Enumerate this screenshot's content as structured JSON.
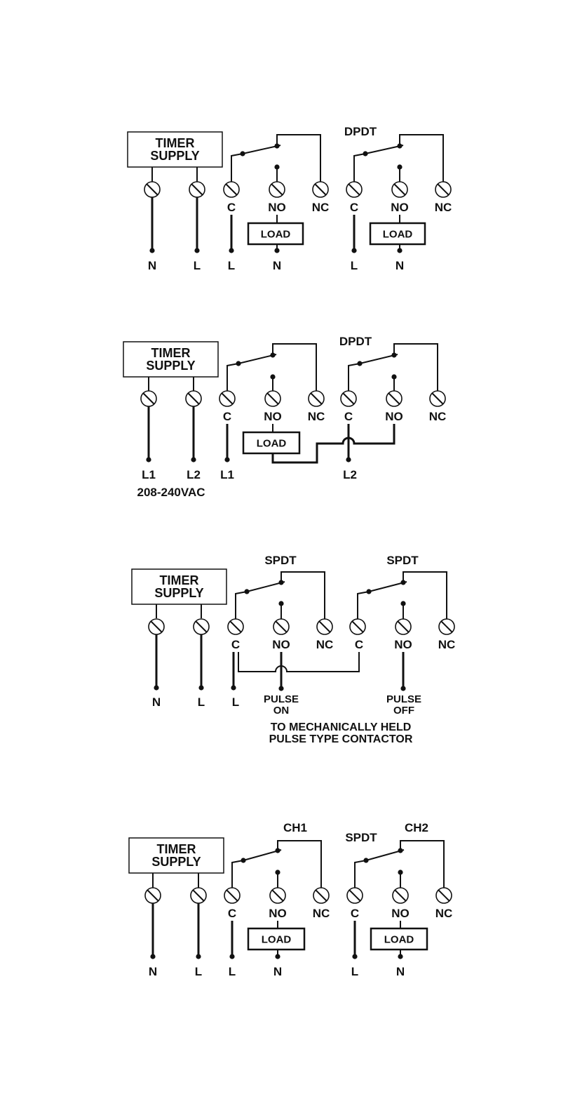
{
  "diagrams": [
    {
      "id": "d1",
      "supply_label": [
        "TIMER",
        "SUPPLY"
      ],
      "switch_labels": [
        {
          "text": "DPDT"
        }
      ],
      "terminal_labels": [
        "C",
        "NO",
        "NC",
        "C",
        "NO",
        "NC"
      ],
      "load_label": "LOAD",
      "bottom_labels": [
        "N",
        "L",
        "L",
        "N",
        "L",
        "N"
      ]
    },
    {
      "id": "d2",
      "supply_label": [
        "TIMER",
        "SUPPLY"
      ],
      "switch_labels": [
        {
          "text": "DPDT"
        }
      ],
      "terminal_labels": [
        "C",
        "NO",
        "NC",
        "C",
        "NO",
        "NC"
      ],
      "load_label": "LOAD",
      "bottom_labels": [
        "L1",
        "L2",
        "L1",
        "L2"
      ],
      "voltage_label": "208-240VAC"
    },
    {
      "id": "d3",
      "supply_label": [
        "TIMER",
        "SUPPLY"
      ],
      "switch_labels": [
        {
          "text": "SPDT"
        },
        {
          "text": "SPDT"
        }
      ],
      "terminal_labels": [
        "C",
        "NO",
        "NC",
        "C",
        "NO",
        "NC"
      ],
      "bottom_labels": [
        "N",
        "L",
        "L"
      ],
      "pulse_on": [
        "PULSE",
        "ON"
      ],
      "pulse_off": [
        "PULSE",
        "OFF"
      ],
      "note": [
        "TO MECHANICALLY HELD",
        "PULSE TYPE CONTACTOR"
      ]
    },
    {
      "id": "d4",
      "supply_label": [
        "TIMER",
        "SUPPLY"
      ],
      "switch_labels": [
        {
          "text": "CH1"
        },
        {
          "text": "SPDT"
        },
        {
          "text": "CH2"
        }
      ],
      "terminal_labels": [
        "C",
        "NO",
        "NC",
        "C",
        "NO",
        "NC"
      ],
      "load_label": "LOAD",
      "bottom_labels": [
        "N",
        "L",
        "L",
        "N",
        "L",
        "N"
      ]
    }
  ]
}
